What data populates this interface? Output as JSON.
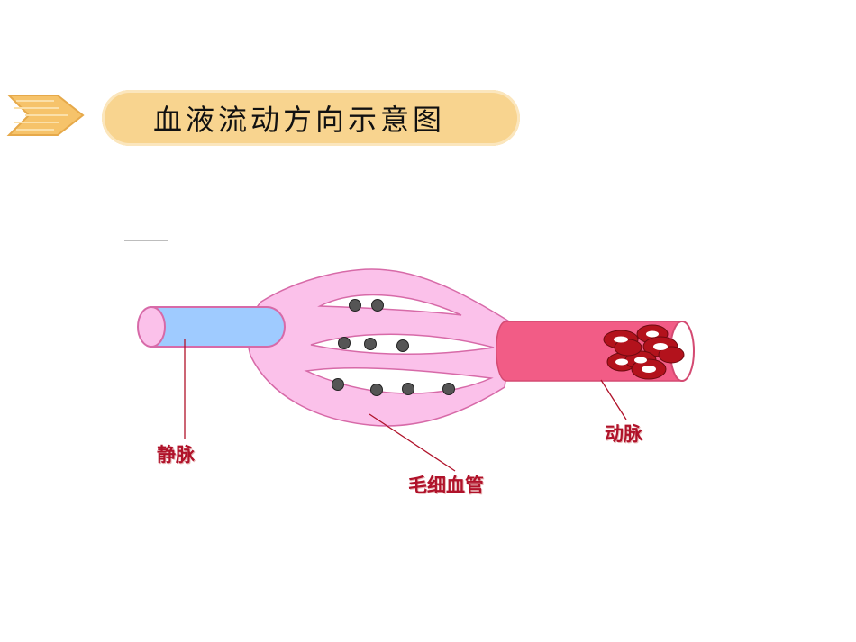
{
  "title": "血液流动方向示意图",
  "labels": {
    "vein": "静脉",
    "artery": "动脉",
    "capillary": "毛细血管"
  },
  "colors": {
    "title_pill": "#f8d48f",
    "vein": "#9fcbff",
    "artery": "#f25c86",
    "capillary": "#fbc1ea",
    "label_text": "#b0122a",
    "red_cell": "#b3121c"
  },
  "icons": {
    "header_arrow": "right-arrow-icon"
  }
}
